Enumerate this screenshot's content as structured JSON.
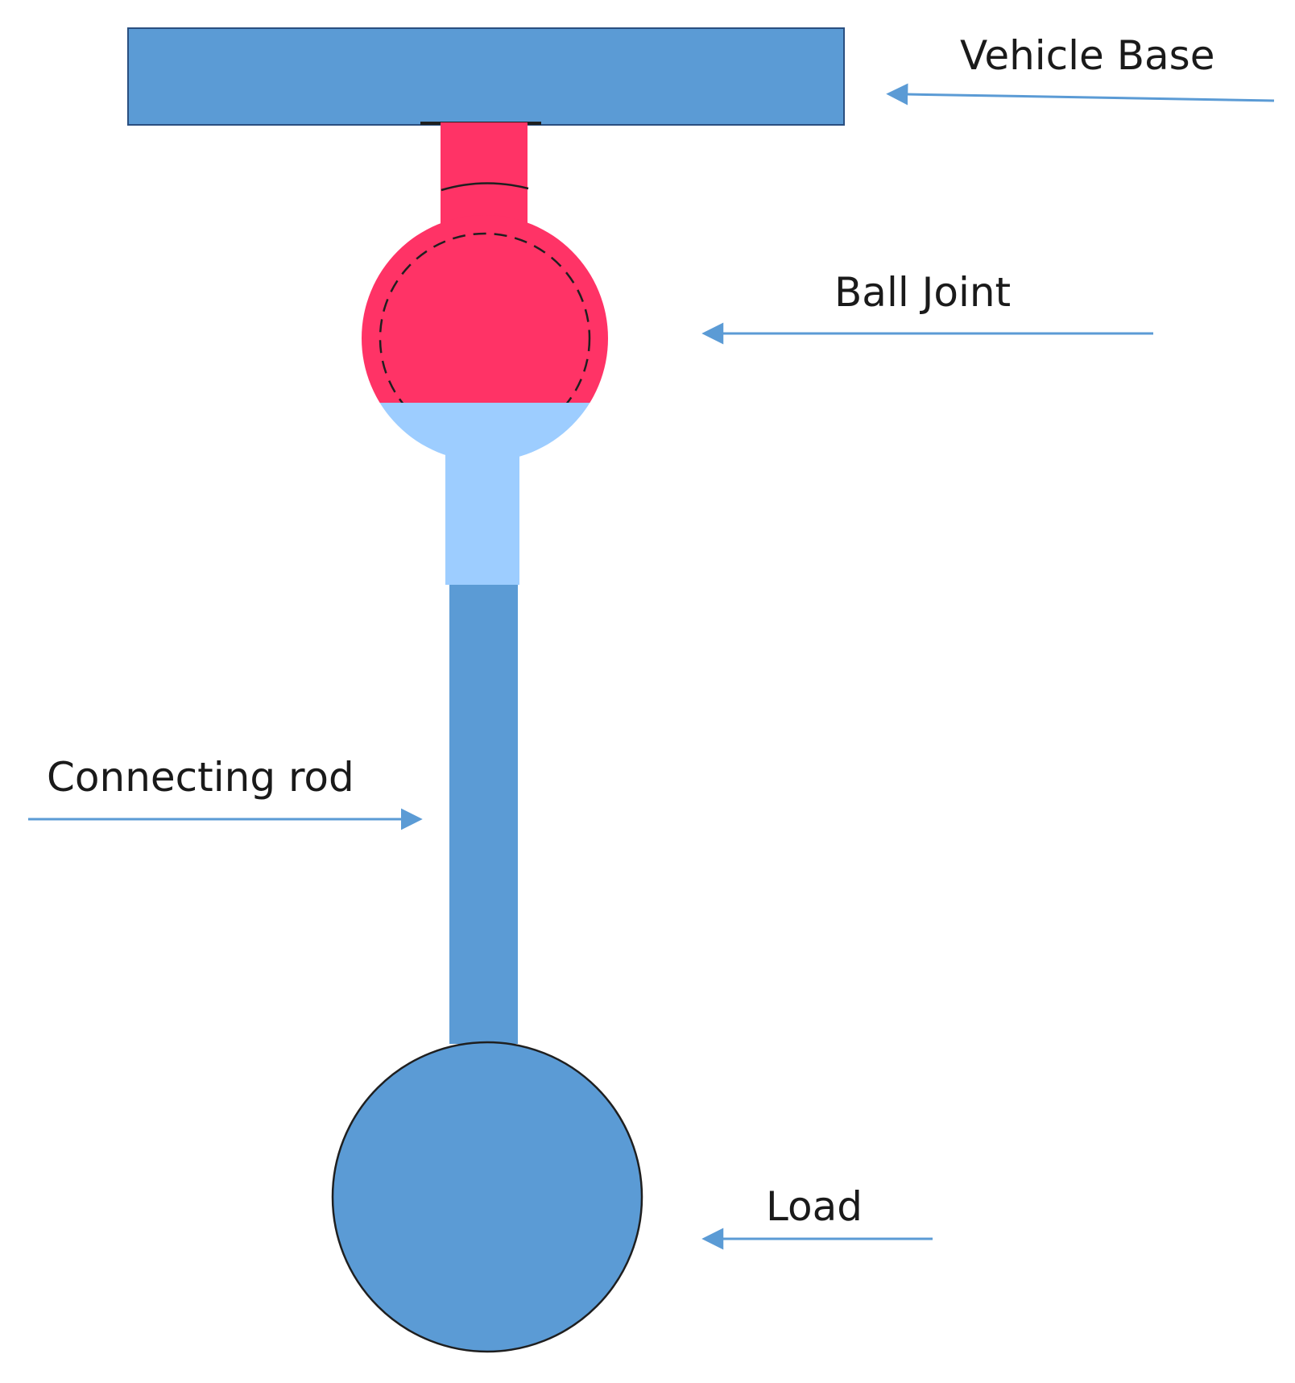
{
  "labels": {
    "vehicle_base": "Vehicle Base",
    "ball_joint": "Ball Joint",
    "connecting_rod": "Connecting rod",
    "load": "Load"
  },
  "colors": {
    "base_blue": "#5b9bd5",
    "ball_red": "#ff3366",
    "socket_light_blue": "#9dcdff",
    "arrow_blue": "#5b9bd5",
    "outline": "#1f1f1f"
  }
}
